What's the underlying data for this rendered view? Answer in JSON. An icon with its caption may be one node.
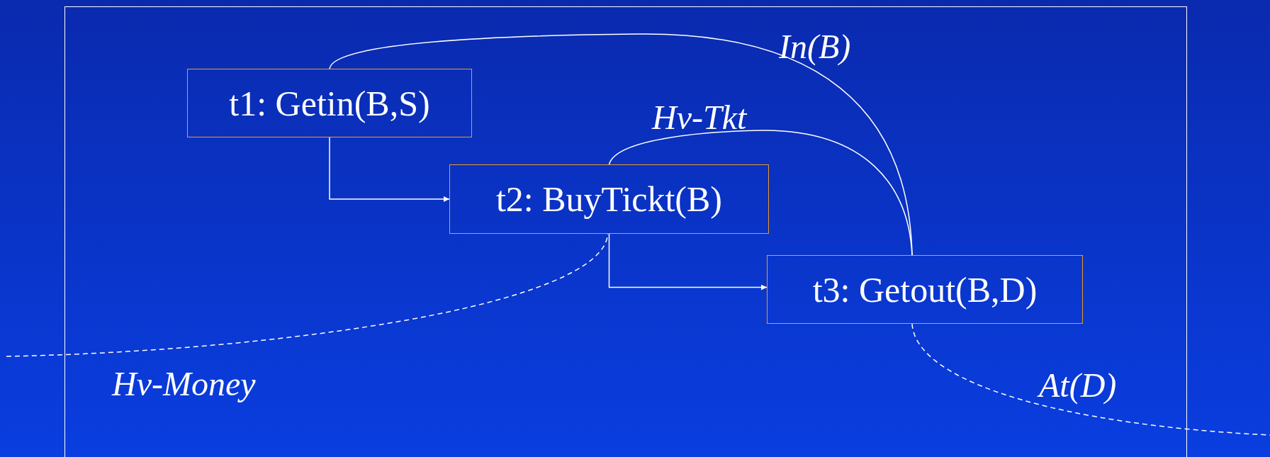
{
  "diagram": {
    "nodes": [
      {
        "text": [
          "t1: Getin(B,S)"
        ]
      },
      {
        "text": [
          "t2: BuyTickt(B)"
        ]
      },
      {
        "text": [
          "t3: Getout(B,D)"
        ]
      }
    ],
    "edges": [
      {
        "from": 0,
        "to": 1,
        "arrow": "to"
      },
      {
        "from": 1,
        "to": 2,
        "arrow": "to"
      },
      {
        "from": 0,
        "to": 2,
        "arrow": "none",
        "label": "In(B)"
      },
      {
        "from": 1,
        "to": 2,
        "arrow": "none",
        "label": "Hv-Tkt"
      },
      {
        "from": null,
        "to": 1,
        "arrow": "none",
        "label": "Hv-Money",
        "style": "dashed"
      },
      {
        "from": 2,
        "to": null,
        "arrow": "none",
        "label": "At(D)",
        "style": "dashed"
      }
    ]
  }
}
